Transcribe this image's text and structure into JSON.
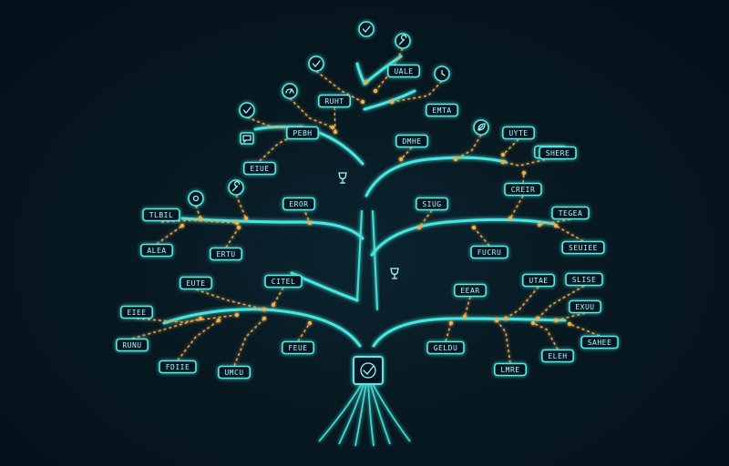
{
  "diagram": {
    "accent_color": "#46e6e0",
    "connector_color": "#e0a24a",
    "background_color": "#06121a",
    "root_icon": "check-shield-icon",
    "nodes": [
      {
        "id": "n1",
        "label": "UALE"
      },
      {
        "id": "n2",
        "label": "RUHT"
      },
      {
        "id": "n3",
        "label": "EMTA"
      },
      {
        "id": "n4",
        "label": "DMHE"
      },
      {
        "id": "n5",
        "label": "UYTE"
      },
      {
        "id": "n6",
        "label": "FGUT"
      },
      {
        "id": "n7",
        "label": "EIUE"
      },
      {
        "id": "n8",
        "label": "EROR"
      },
      {
        "id": "n9",
        "label": "TLBIL"
      },
      {
        "id": "n10",
        "label": "SIUG"
      },
      {
        "id": "n11",
        "label": "CREIR"
      },
      {
        "id": "n12",
        "label": "TEGEA"
      },
      {
        "id": "n13",
        "label": "ALEA"
      },
      {
        "id": "n14",
        "label": "ERTU"
      },
      {
        "id": "n15",
        "label": "FUCRU"
      },
      {
        "id": "n16",
        "label": "SEUIEE"
      },
      {
        "id": "n17",
        "label": "EUTE"
      },
      {
        "id": "n18",
        "label": "CITEL"
      },
      {
        "id": "n19",
        "label": "EEAR"
      },
      {
        "id": "n20",
        "label": "UTAE"
      },
      {
        "id": "n21",
        "label": "SLISE"
      },
      {
        "id": "n22",
        "label": "EIEE"
      },
      {
        "id": "n23",
        "label": "EXUU"
      },
      {
        "id": "n24",
        "label": "RUNU"
      },
      {
        "id": "n25",
        "label": "FEUE"
      },
      {
        "id": "n26",
        "label": "GELDU"
      },
      {
        "id": "n27",
        "label": "SAHEE"
      },
      {
        "id": "n28",
        "label": "FDIIE"
      },
      {
        "id": "n29",
        "label": "UMCU"
      },
      {
        "id": "n30",
        "label": "ELEH"
      },
      {
        "id": "n31",
        "label": "LMRE"
      },
      {
        "id": "n32",
        "label": "PEBH"
      },
      {
        "id": "n33",
        "label": "SHERE"
      }
    ],
    "icons": [
      {
        "id": "i1",
        "name": "check-circle-icon"
      },
      {
        "id": "i2",
        "name": "wrench-icon"
      },
      {
        "id": "i3",
        "name": "check-circle-icon"
      },
      {
        "id": "i4",
        "name": "clock-icon"
      },
      {
        "id": "i5",
        "name": "gauge-icon"
      },
      {
        "id": "i6",
        "name": "check-circle-icon"
      },
      {
        "id": "i7",
        "name": "leaf-icon"
      },
      {
        "id": "i8",
        "name": "target-icon"
      },
      {
        "id": "i9",
        "name": "wrench-icon"
      },
      {
        "id": "i10",
        "name": "chat-icon"
      },
      {
        "id": "i11",
        "name": "goblet-icon"
      },
      {
        "id": "i12",
        "name": "goblet-icon"
      }
    ]
  }
}
